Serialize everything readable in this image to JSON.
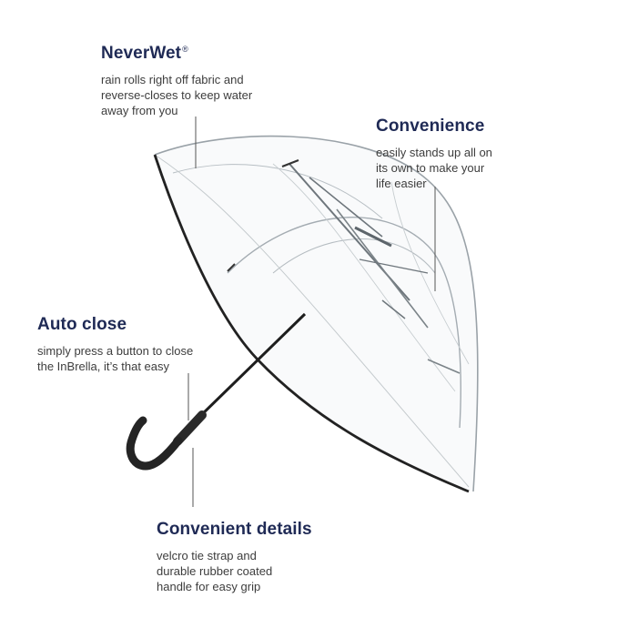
{
  "features": {
    "neverwet": {
      "title": "NeverWet",
      "mark": "®",
      "text": "rain rolls right off fabric and\nreverse-closes to keep water\naway from you"
    },
    "convenience": {
      "title": "Convenience",
      "text": "easily stands up all on\nits own to make your\nlife easier"
    },
    "auto_close": {
      "title": "Auto close",
      "text": "simply press a button to close\nthe InBrella, it’s that easy"
    },
    "details": {
      "title": "Convenient details",
      "text": "velcro tie strap and\ndurable rubber coated\nhandle for easy grip"
    }
  },
  "colors": {
    "heading": "#1f2a55",
    "body_text": "#3d3d3d",
    "callout_line": "#555555",
    "frame": "#222222"
  },
  "icons": {
    "illustration": "clear-inverted-umbrella"
  }
}
